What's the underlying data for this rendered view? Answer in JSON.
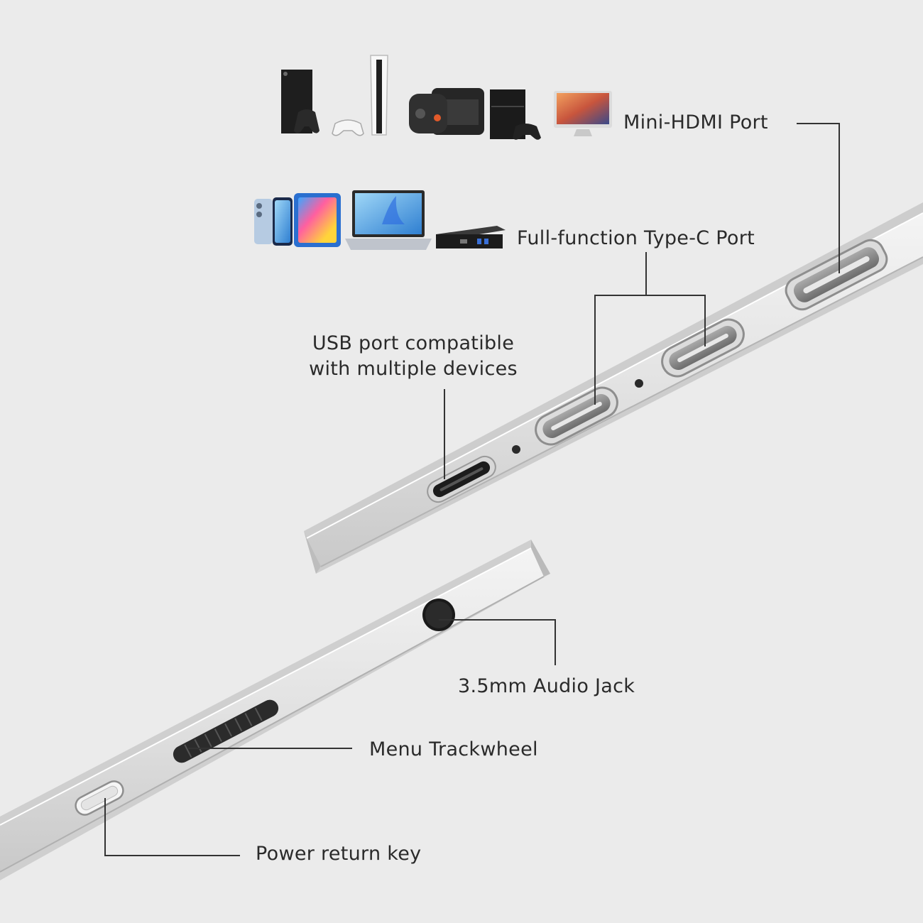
{
  "labels": {
    "mini_hdmi": "Mini-HDMI Port",
    "type_c": "Full-function Type-C Port",
    "usb_line1": "USB port compatible",
    "usb_line2": "with multiple devices",
    "audio": "3.5mm Audio Jack",
    "trackwheel": "Menu Trackwheel",
    "power": "Power return key"
  },
  "colors": {
    "background": "#ebebeb",
    "body": "#e3e3e3",
    "edge": "#b9b9b9",
    "leader": "#333333",
    "text": "#2a2a2a"
  },
  "devices": {
    "row1": [
      "xbox-console-icon",
      "ps5-console-icon",
      "handheld-console-icon",
      "ps4-console-icon",
      "imac-icon"
    ],
    "row2": [
      "phone-icon",
      "tablet-icon",
      "laptop-icon",
      "mini-pc-icon"
    ]
  }
}
